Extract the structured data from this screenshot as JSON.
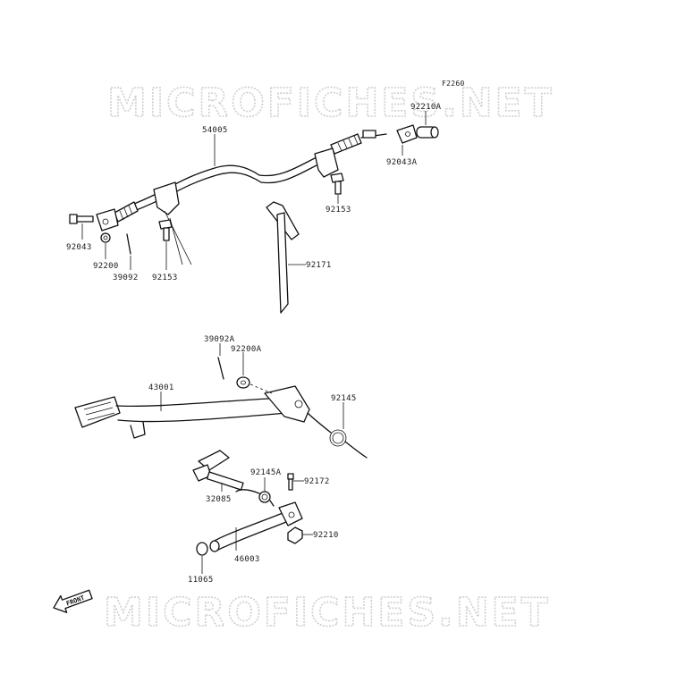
{
  "figure_code": "F2260",
  "watermark_top": "MICROFICHES.NET",
  "watermark_bottom": "MICROFICHES.NET",
  "front_label": "FRONT",
  "callouts": {
    "c92210A": "92210A",
    "c54005": "54005",
    "c92043A": "92043A",
    "c92153_right": "92153",
    "c92043": "92043",
    "c92200": "92200",
    "c39092": "39092",
    "c92153_left": "92153",
    "c92171": "92171",
    "c39092A": "39092A",
    "c92200A": "92200A",
    "c43001": "43001",
    "c92145": "92145",
    "c92145A": "92145A",
    "c92172": "92172",
    "c32085": "32085",
    "c92210": "92210",
    "c46003": "46003",
    "c11065": "11065"
  }
}
